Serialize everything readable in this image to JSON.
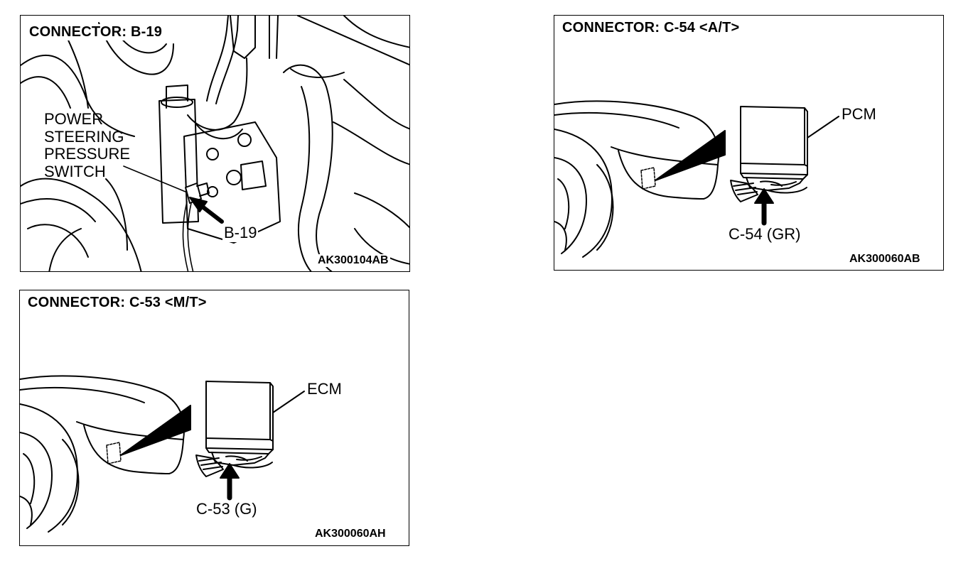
{
  "figures": [
    {
      "title": "CONNECTOR: B-19",
      "component_label_lines": [
        "POWER",
        "STEERING",
        "PRESSURE",
        "SWITCH"
      ],
      "connector_label": "B-19",
      "figure_code": "AK300104AB"
    },
    {
      "title": "CONNECTOR: C-54 <A/T>",
      "module_label": "PCM",
      "connector_label": "C-54 (GR)",
      "figure_code": "AK300060AB"
    },
    {
      "title": "CONNECTOR: C-53 <M/T>",
      "module_label": "ECM",
      "connector_label": "C-53 (G)",
      "figure_code": "AK300060AH"
    }
  ]
}
